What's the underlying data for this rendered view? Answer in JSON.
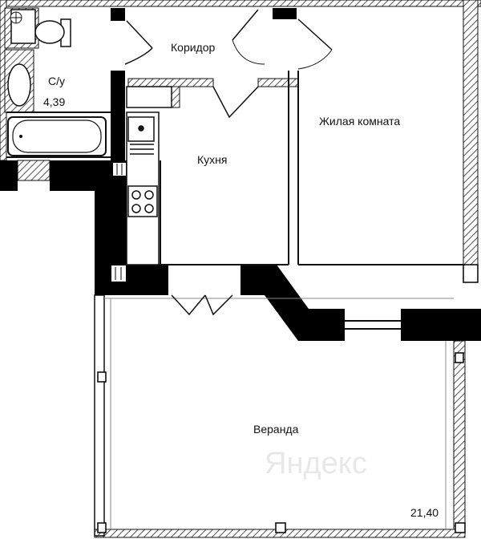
{
  "plan": {
    "rooms": {
      "bathroom": {
        "label": "С/у",
        "area": "4,39"
      },
      "corridor": {
        "label": "Коридор"
      },
      "kitchen": {
        "label": "Кухня"
      },
      "living_room": {
        "label": "Жилая комната"
      },
      "veranda": {
        "label": "Веранда",
        "area": "21,40"
      }
    },
    "watermark": "Яндекс"
  },
  "colors": {
    "wall": "#000000",
    "line": "#111111",
    "hatch": "#555555",
    "background": "#ffffff"
  }
}
